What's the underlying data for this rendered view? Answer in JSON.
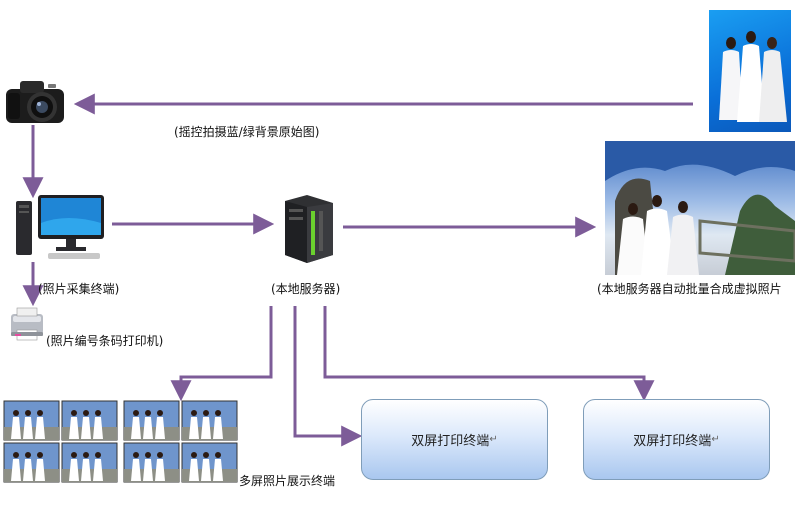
{
  "diagram": {
    "edge_color": "#7d5c98",
    "labels": {
      "capture_caption": "(摇控拍摄蓝/绿背景原始图)",
      "collection_terminal": "(照片采集终端)",
      "local_server": "(本地服务器)",
      "barcode_printer": "(照片编号条码打印机)",
      "batch_composite": "(本地服务器自动批量合成虚拟照片",
      "multi_screen_display": "多屏照片展示终端"
    },
    "terminals": [
      {
        "label": "双屏打印终端"
      },
      {
        "label": "双屏打印终端"
      }
    ],
    "return_mark": "↵"
  }
}
